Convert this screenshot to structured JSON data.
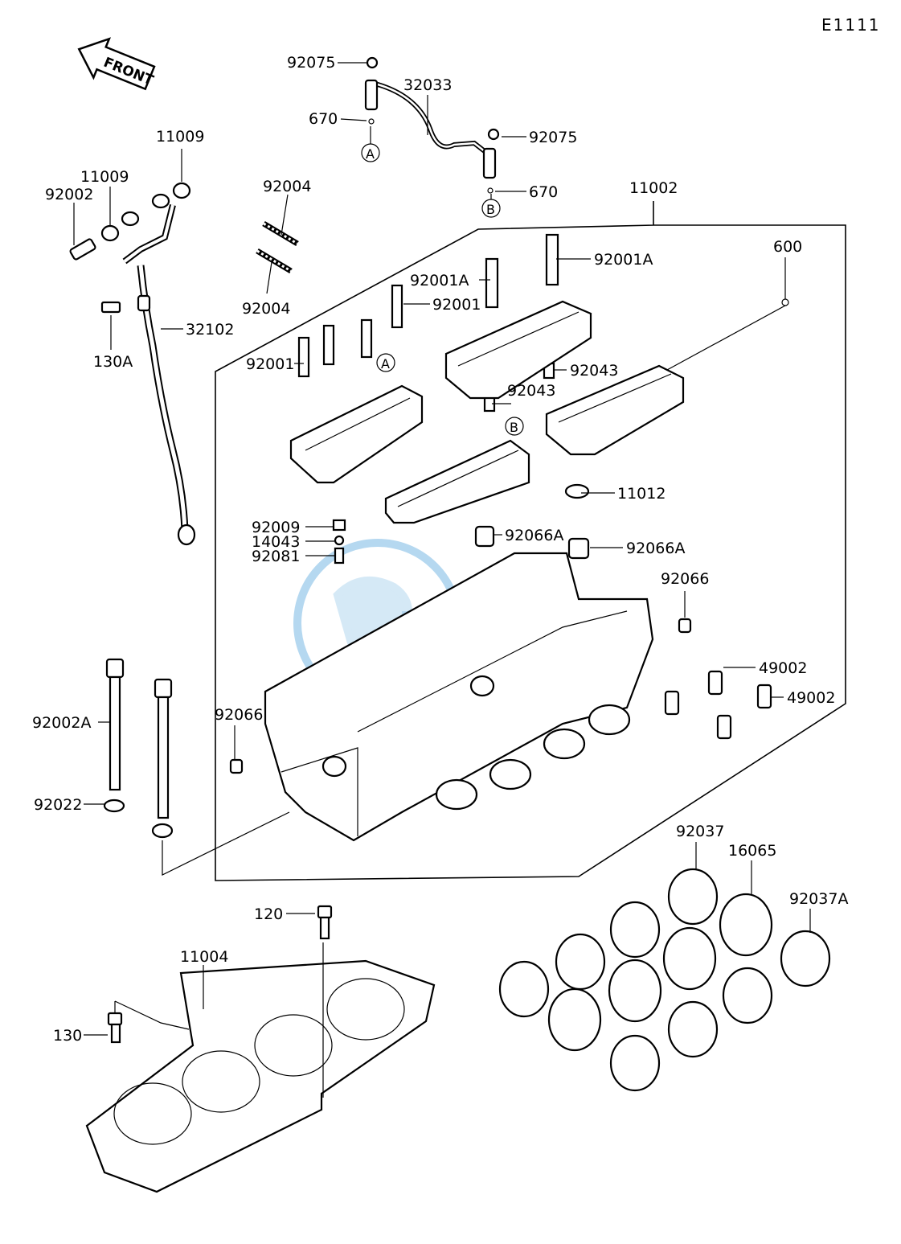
{
  "diagram_code": "E1111",
  "front_label": "FRONT",
  "circle_labels": {
    "a": "A",
    "b": "B"
  },
  "callouts": {
    "c92075_top": "92075",
    "c32033": "32033",
    "c670_left": "670",
    "c92075_right": "92075",
    "c670_right": "670",
    "c11002": "11002",
    "c600": "600",
    "c11009_top": "11009",
    "c11009_left": "11009",
    "c92002": "92002",
    "c92004_top": "92004",
    "c92004_bottom": "92004",
    "c92001A_right": "92001A",
    "c92001A_mid": "92001A",
    "c92001_mid": "92001",
    "c92001_left": "92001",
    "c32102": "32102",
    "c130A": "130A",
    "c92043_right": "92043",
    "c92043_mid": "92043",
    "c11012": "11012",
    "c92009": "92009",
    "c14043": "14043",
    "c92081": "92081",
    "c92066A_mid": "92066A",
    "c92066A_right": "92066A",
    "c92066_right": "92066",
    "c49002_upper": "49002",
    "c49002_lower": "49002",
    "c92002A": "92002A",
    "c92066_left": "92066",
    "c92022": "92022",
    "c92037": "92037",
    "c16065": "16065",
    "c92037A": "92037A",
    "c120": "120",
    "c11004": "11004",
    "c130": "130"
  },
  "icons": [
    "front-arrow-icon",
    "watermark-logo"
  ]
}
